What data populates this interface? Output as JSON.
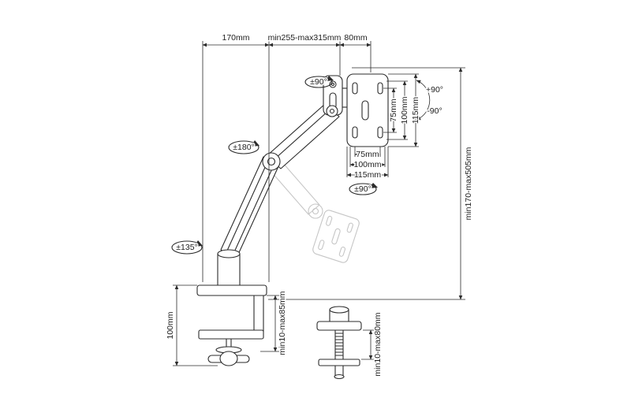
{
  "labels": {
    "top_left": "170mm",
    "top_mid": "min255-max315mm",
    "top_right": "80mm",
    "rot_head": "±90°",
    "rot_elbow": "±180°",
    "rot_base": "±135°",
    "rot_vesa": "±90°",
    "tilt_up": "+90°",
    "tilt_down": "-90°",
    "vesa_v_75": "75mm",
    "vesa_v_100": "100mm",
    "vesa_v_115": "115mm",
    "vesa_h_75": "75mm",
    "vesa_h_100": "100mm",
    "vesa_h_115": "115mm",
    "height_range": "min170-max505mm",
    "clamp_height": "100mm",
    "clamp_range": "min10-max85mm",
    "grommet_range": "min10-max80mm"
  },
  "colors": {
    "line": "#2b2b2b",
    "ghost": "#c6c6c6",
    "background": "#ffffff"
  }
}
